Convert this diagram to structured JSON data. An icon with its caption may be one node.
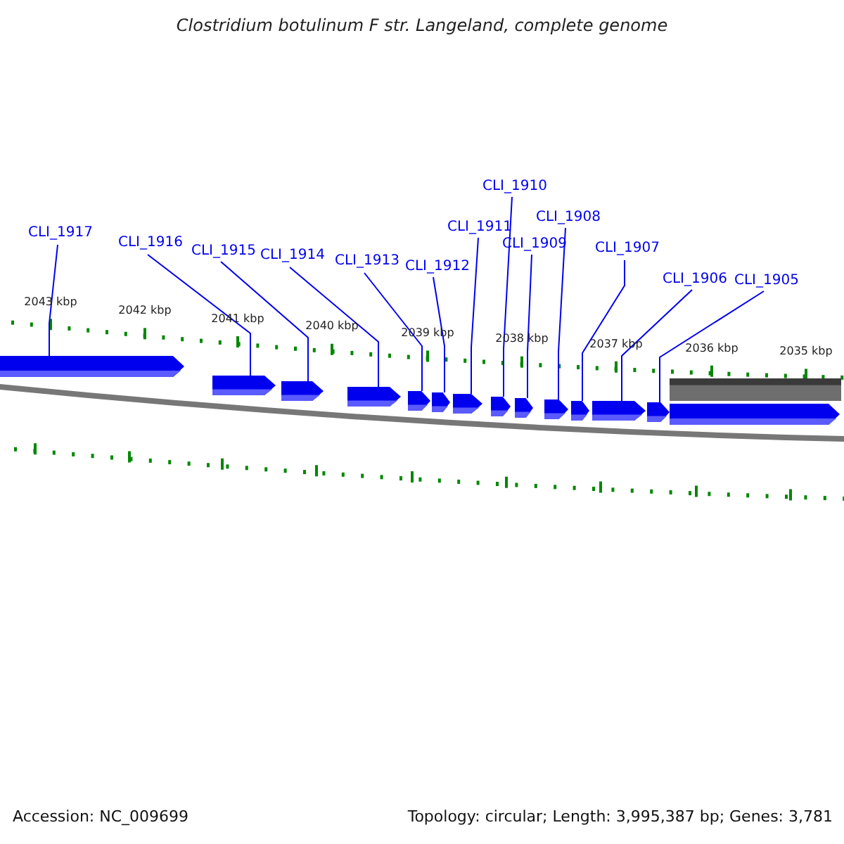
{
  "diagram": {
    "title": "Clostridium botulinum F str. Langeland, complete genome",
    "nodes": [
      {
        "text": [
          "CLI_1917"
        ]
      },
      {
        "text": [
          "CLI_1916"
        ]
      },
      {
        "text": [
          "CLI_1915"
        ]
      },
      {
        "text": [
          "CLI_1914"
        ]
      },
      {
        "text": [
          "CLI_1913"
        ]
      },
      {
        "text": [
          "CLI_1912"
        ]
      },
      {
        "text": [
          "CLI_1911"
        ]
      },
      {
        "text": [
          "CLI_1910"
        ]
      },
      {
        "text": [
          "CLI_1909"
        ]
      },
      {
        "text": [
          "CLI_1908"
        ]
      },
      {
        "text": [
          "CLI_1907"
        ]
      },
      {
        "text": [
          "CLI_1906"
        ]
      },
      {
        "text": [
          "CLI_1905"
        ]
      },
      {
        "text": [],
        "shape": "arrow"
      },
      {
        "text": [],
        "shape": "arrow"
      },
      {
        "text": [],
        "shape": "arrow"
      },
      {
        "text": [],
        "shape": "arrow"
      },
      {
        "text": [],
        "shape": "arrow"
      },
      {
        "text": [],
        "shape": "arrow"
      },
      {
        "text": [],
        "shape": "arrow"
      },
      {
        "text": [],
        "shape": "arrow"
      },
      {
        "text": [],
        "shape": "arrow"
      },
      {
        "text": [],
        "shape": "arrow"
      },
      {
        "text": [],
        "shape": "arrow"
      },
      {
        "text": [],
        "shape": "arrow"
      },
      {
        "text": [],
        "shape": "arrow"
      },
      {
        "text": [],
        "shape": "bar"
      },
      {
        "text": [],
        "shape": "arrow"
      }
    ],
    "edges": [
      {
        "from": 0,
        "to": 13,
        "arrow": "none"
      },
      {
        "from": 1,
        "to": 14,
        "arrow": "none"
      },
      {
        "from": 2,
        "to": 15,
        "arrow": "none"
      },
      {
        "from": 3,
        "to": 16,
        "arrow": "none"
      },
      {
        "from": 4,
        "to": 17,
        "arrow": "none"
      },
      {
        "from": 5,
        "to": 18,
        "arrow": "none"
      },
      {
        "from": 6,
        "to": 19,
        "arrow": "none"
      },
      {
        "from": 7,
        "to": 20,
        "arrow": "none"
      },
      {
        "from": 8,
        "to": 21,
        "arrow": "none"
      },
      {
        "from": 9,
        "to": 22,
        "arrow": "none"
      },
      {
        "from": 10,
        "to": 23,
        "arrow": "none"
      },
      {
        "from": 11,
        "to": 24,
        "arrow": "none"
      },
      {
        "from": 12,
        "to": 25,
        "arrow": "none"
      }
    ],
    "labels": [
      "2043 kbp",
      "2042 kbp",
      "2041 kbp",
      "2040 kbp",
      "2039 kbp",
      "2038 kbp",
      "2037 kbp",
      "2036 kbp",
      "2035 kbp",
      "Accession: NC_009699",
      "Topology: circular; Length: 3,995,387 bp; Genes: 3,781"
    ]
  }
}
